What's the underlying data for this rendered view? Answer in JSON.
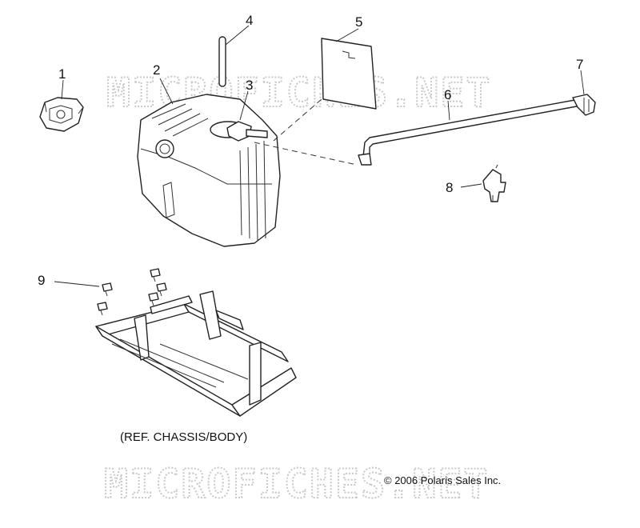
{
  "diagram": {
    "callouts": [
      "1",
      "2",
      "3",
      "4",
      "5",
      "6",
      "7",
      "8",
      "9"
    ],
    "reference_label": "(REF. CHASSIS/BODY)",
    "copyright": "© 2006 Polaris Sales Inc.",
    "watermark": "MICROFICHES.NET"
  }
}
